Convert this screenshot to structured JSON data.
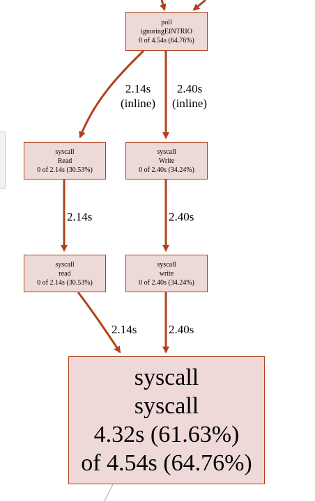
{
  "colors": {
    "edge": "#b2411d",
    "node_fill": "#edd9d5",
    "node_border": "#b2411d",
    "tail_edge": "#aaaaaa"
  },
  "nodes": {
    "poll": {
      "l1": "poll",
      "l2": "ignoringEINTRIO",
      "l3": "0 of 4.54s (64.76%)"
    },
    "syscall_read_upper": {
      "l1": "syscall",
      "l2": "Read",
      "l3": "0 of 2.14s (30.53%)"
    },
    "syscall_write_upper": {
      "l1": "syscall",
      "l2": "Write",
      "l3": "0 of 2.40s (34.24%)"
    },
    "syscall_read_lower": {
      "l1": "syscall",
      "l2": "read",
      "l3": "0 of 2.14s (30.53%)"
    },
    "syscall_write_lower": {
      "l1": "syscall",
      "l2": "write",
      "l3": "0 of 2.40s (34.24%)"
    },
    "syscall_main": {
      "l1": "syscall",
      "l2": "syscall",
      "l3": "4.32s (61.63%)",
      "l4": "of 4.54s (64.76%)"
    }
  },
  "edges": {
    "poll_to_read": {
      "value": "2.14s",
      "note": "(inline)"
    },
    "poll_to_write": {
      "value": "2.40s",
      "note": "(inline)"
    },
    "read_upper_to_lower": {
      "value": "2.14s"
    },
    "write_upper_to_lower": {
      "value": "2.40s"
    },
    "read_to_main": {
      "value": "2.14s"
    },
    "write_to_main": {
      "value": "2.40s"
    }
  }
}
